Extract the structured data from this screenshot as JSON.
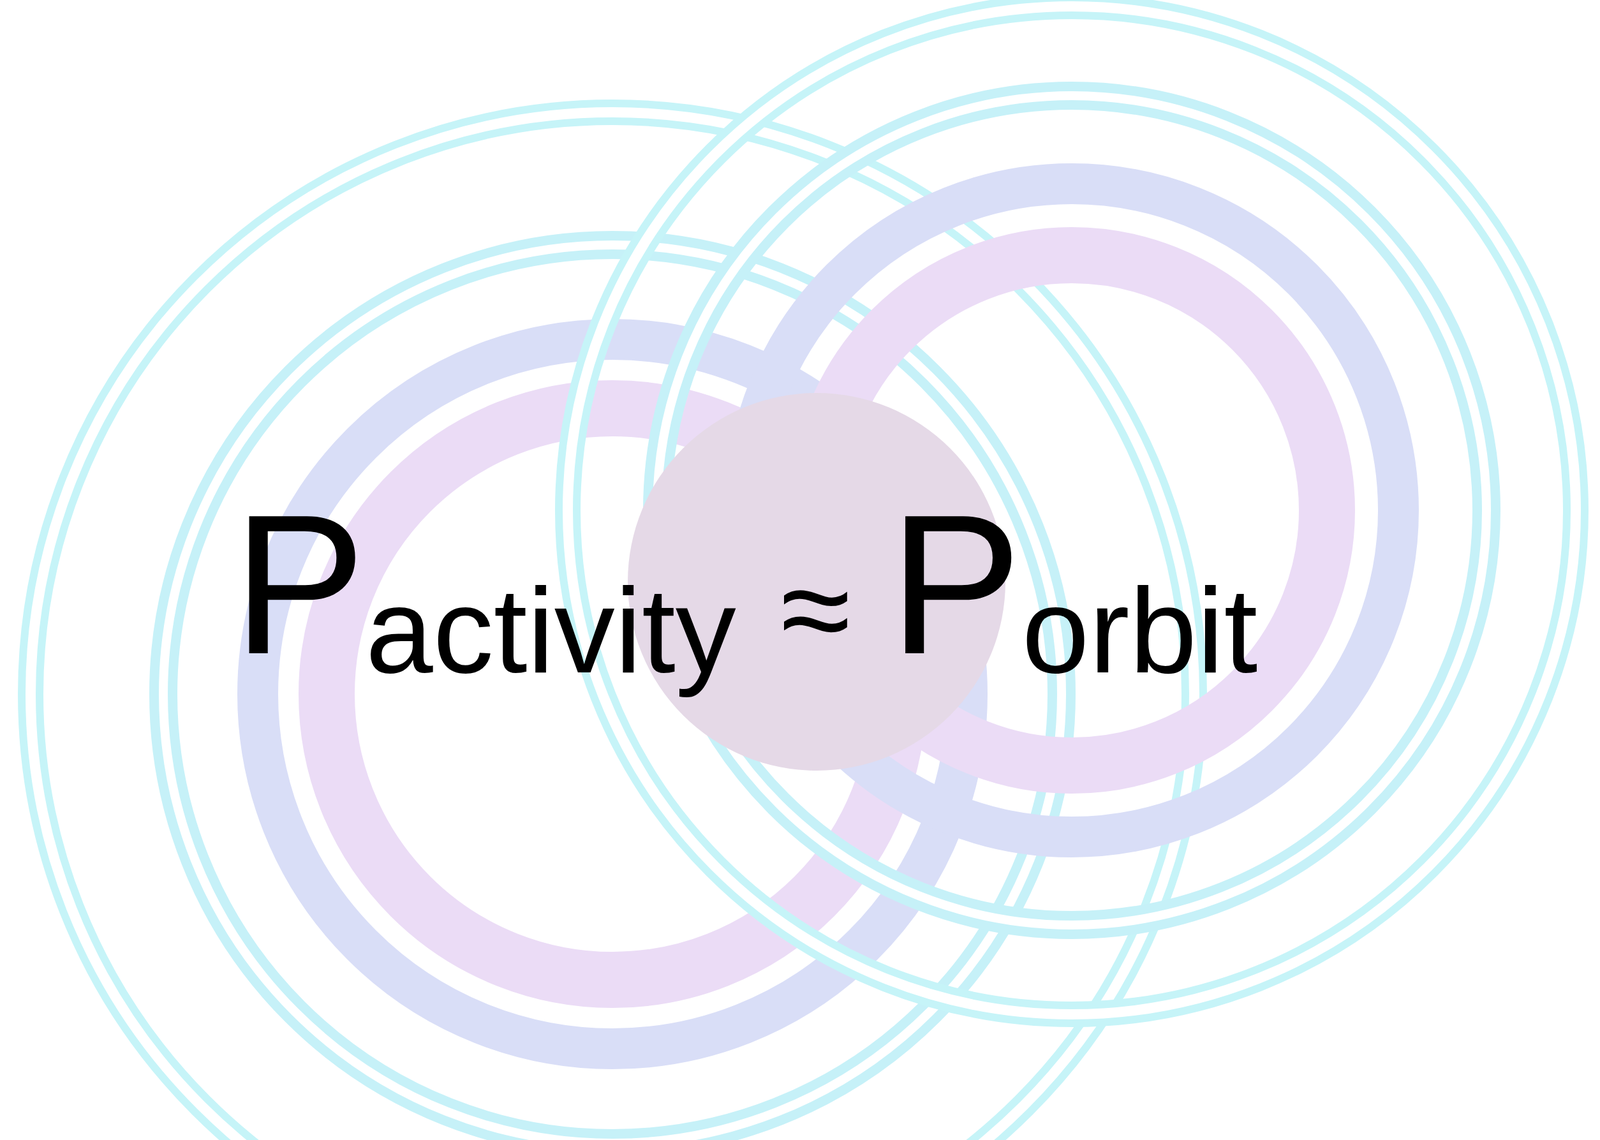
{
  "diagram": {
    "labels": [
      "P",
      "activity",
      "≈",
      "P",
      "orbit"
    ]
  }
}
